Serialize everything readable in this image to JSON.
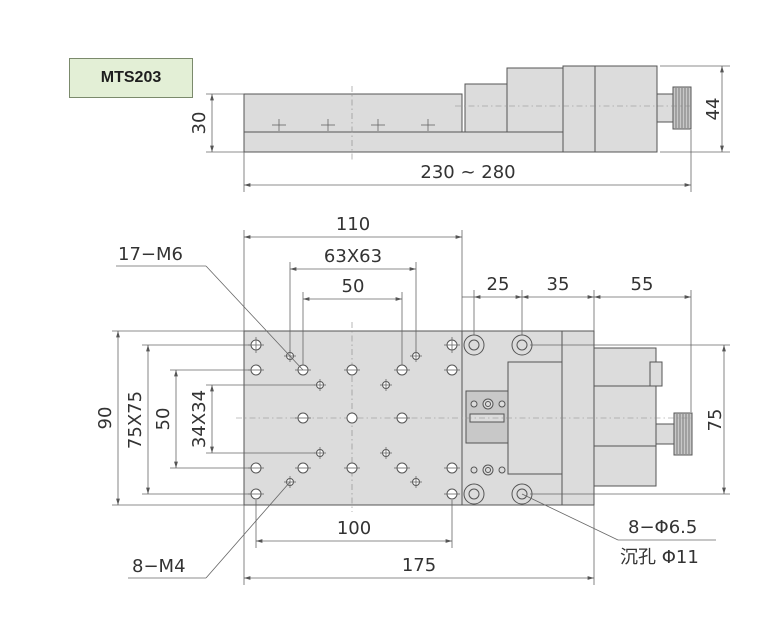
{
  "model": "MTS203",
  "side_view": {
    "height_left": "30",
    "height_right": "44",
    "length_range": "230 ~ 280"
  },
  "top_view": {
    "width_110": "110",
    "pitch_63x63": "63X63",
    "width_50_top": "50",
    "holes_m6": "17−M6",
    "rail_25": "25",
    "rail_35": "35",
    "motor_55": "55",
    "height_90": "90",
    "pitch_75x75": "75X75",
    "height_50_left": "50",
    "pitch_34x34": "34X34",
    "height_75_right": "75",
    "width_100": "100",
    "width_175": "175",
    "holes_m4": "8−M4",
    "mount_holes": "8−Φ6.5",
    "counterbore": "沉孔 Φ11"
  }
}
